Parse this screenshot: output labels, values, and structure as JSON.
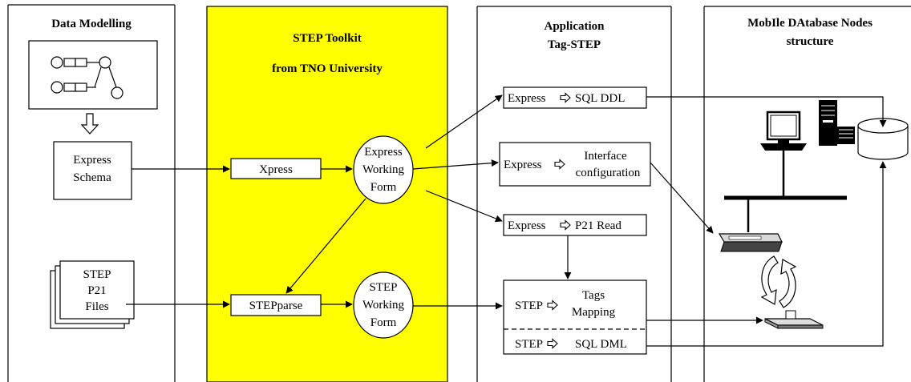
{
  "colors": {
    "toolkit_column": "#ffff00",
    "line": "#000000",
    "background": "#ffffff"
  },
  "columns": {
    "data_modelling": {
      "title": "Data Modelling"
    },
    "step_toolkit": {
      "title_line1": "STEP Toolkit",
      "title_line2": "from TNO University"
    },
    "application": {
      "title_line1": "Application",
      "title_line2": "Tag-STEP"
    },
    "mobile_db": {
      "title_line1": "MobIle DAtabase Nodes",
      "title_line2": "structure"
    }
  },
  "nodes": {
    "express_schema": {
      "line1": "Express",
      "line2": "Schema"
    },
    "step_files": {
      "line1": "STEP",
      "line2": "P21",
      "line3": "Files"
    },
    "xpress": {
      "label": "Xpress"
    },
    "stepparse": {
      "label": "STEPparse"
    },
    "express_working_form": {
      "line1": "Express",
      "line2": "Working",
      "line3": "Form"
    },
    "step_working_form": {
      "line1": "STEP",
      "line2": "Working",
      "line3": "Form"
    },
    "sql_ddl": {
      "left": "Express",
      "right": "SQL DDL"
    },
    "interface_config": {
      "left": "Express",
      "right_line1": "Interface",
      "right_line2": "configuration"
    },
    "p21_read": {
      "left": "Express",
      "right": "P21 Read"
    },
    "tags_mapping": {
      "left": "STEP",
      "right_line1": "Tags",
      "right_line2": "Mapping"
    },
    "sql_dml": {
      "left": "STEP",
      "right": "SQL DML"
    }
  },
  "icons": [
    "schema-graph-icon",
    "down-arrow-icon",
    "right-arrow-icon",
    "computer-icon",
    "server-tower-icon",
    "database-icon",
    "scanner-icon",
    "cycle-arrows-icon",
    "tag-reader-icon"
  ]
}
